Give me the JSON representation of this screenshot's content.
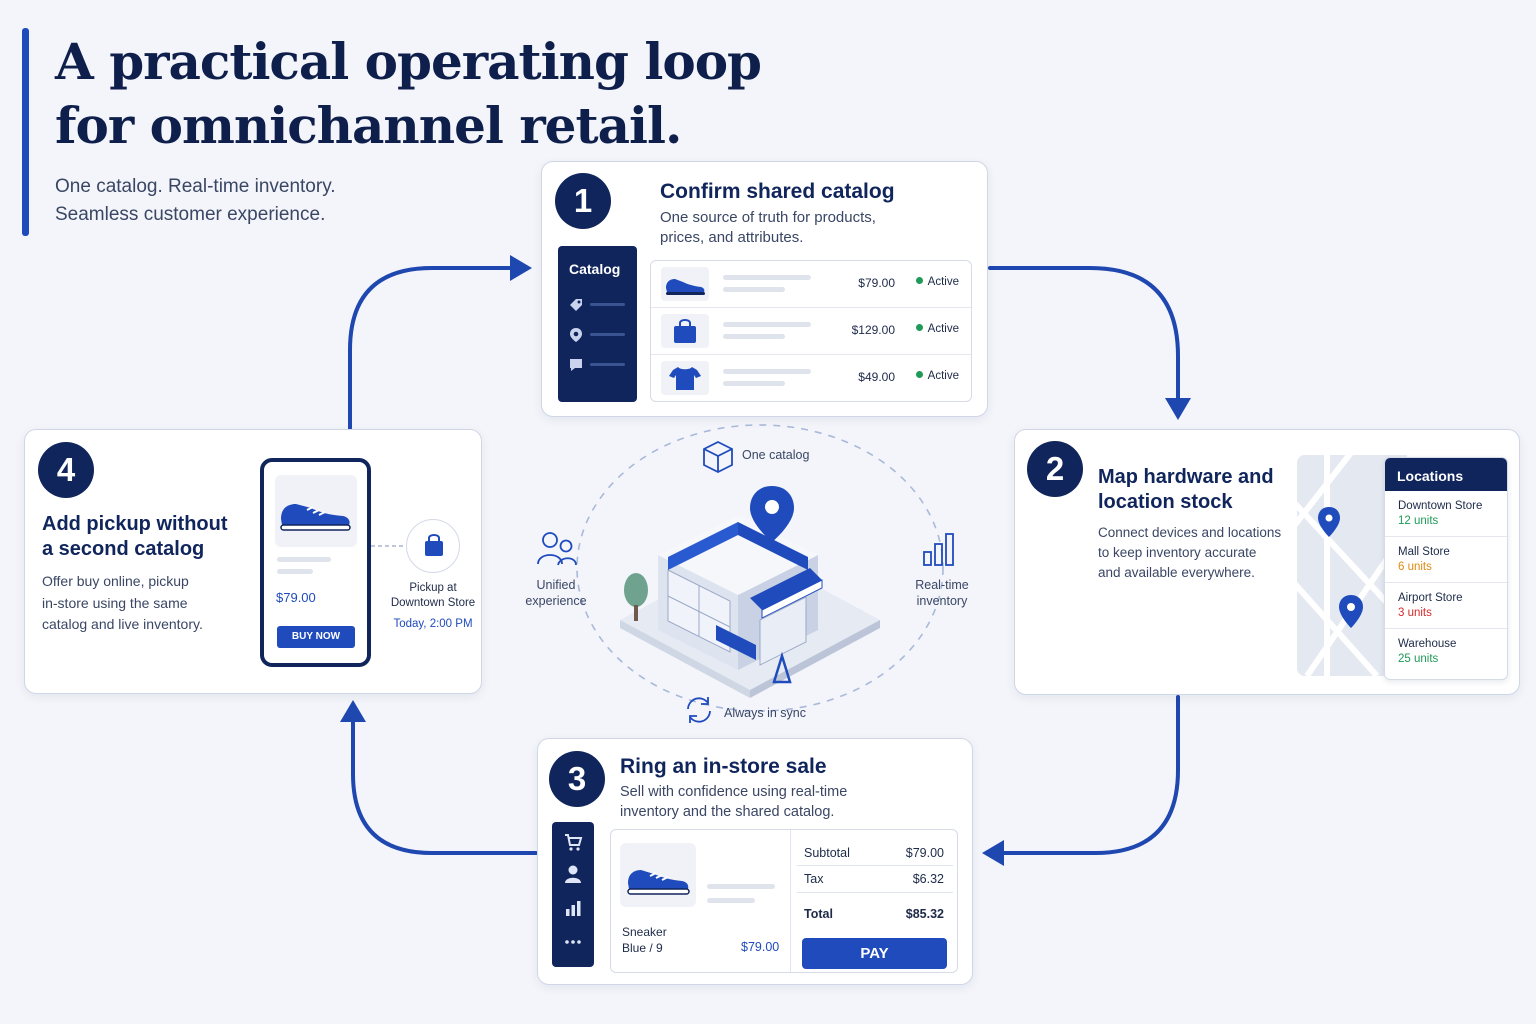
{
  "header": {
    "title_line1": "A practical operating loop",
    "title_line2": "for omnichannel retail.",
    "subtitle_line1": "One catalog. Real-time inventory.",
    "subtitle_line2": "Seamless customer experience."
  },
  "colors": {
    "navy": "#10255c",
    "accent": "#1f4bbd",
    "active_green": "#1f9a57"
  },
  "step1": {
    "number": "1",
    "title": "Confirm shared catalog",
    "desc_line1": "One source of truth for products,",
    "desc_line2": "prices, and attributes.",
    "sidebar_label": "Catalog",
    "sidebar_icons": [
      "tag-icon",
      "pin-icon",
      "chat-icon"
    ],
    "items": [
      {
        "icon": "sneaker-icon",
        "price": "$79.00",
        "status": "Active"
      },
      {
        "icon": "bag-icon",
        "price": "$129.00",
        "status": "Active"
      },
      {
        "icon": "tshirt-icon",
        "price": "$49.00",
        "status": "Active"
      }
    ]
  },
  "step2": {
    "number": "2",
    "title_line1": "Map hardware and",
    "title_line2": "location stock",
    "desc_line1": "Connect devices and locations",
    "desc_line2": "to keep inventory accurate",
    "desc_line3": "and available everywhere.",
    "panel_title": "Locations",
    "locations": [
      {
        "name": "Downtown Store",
        "units": "12 units",
        "color": "#1f9a57"
      },
      {
        "name": "Mall Store",
        "units": "6 units",
        "color": "#e08a12"
      },
      {
        "name": "Airport Store",
        "units": "3 units",
        "color": "#d62b2b"
      },
      {
        "name": "Warehouse",
        "units": "25 units",
        "color": "#1f9a57"
      }
    ]
  },
  "step3": {
    "number": "3",
    "title": "Ring an in-store sale",
    "desc_line1": "Sell with confidence using real-time",
    "desc_line2": "inventory and the shared catalog.",
    "sidebar_icons": [
      "cart-icon",
      "user-icon",
      "bar-chart-icon",
      "more-icon"
    ],
    "product_name": "Sneaker",
    "product_variant": "Blue / 9",
    "product_price": "$79.00",
    "subtotal_label": "Subtotal",
    "subtotal": "$79.00",
    "tax_label": "Tax",
    "tax": "$6.32",
    "total_label": "Total",
    "total": "$85.32",
    "pay_label": "PAY"
  },
  "step4": {
    "number": "4",
    "title_line1": "Add pickup without",
    "title_line2": "a second catalog",
    "desc_line1": "Offer buy online, pickup",
    "desc_line2": "in-store using the same",
    "desc_line3": "catalog and live inventory.",
    "phone_price": "$79.00",
    "buy_label": "BUY NOW",
    "pickup_line1": "Pickup at",
    "pickup_line2": "Downtown Store",
    "pickup_time": "Today, 2:00 PM"
  },
  "hub": {
    "top": "One catalog",
    "left_line1": "Unified",
    "left_line2": "experience",
    "right_line1": "Real-time",
    "right_line2": "inventory",
    "bottom": "Always in sync"
  }
}
